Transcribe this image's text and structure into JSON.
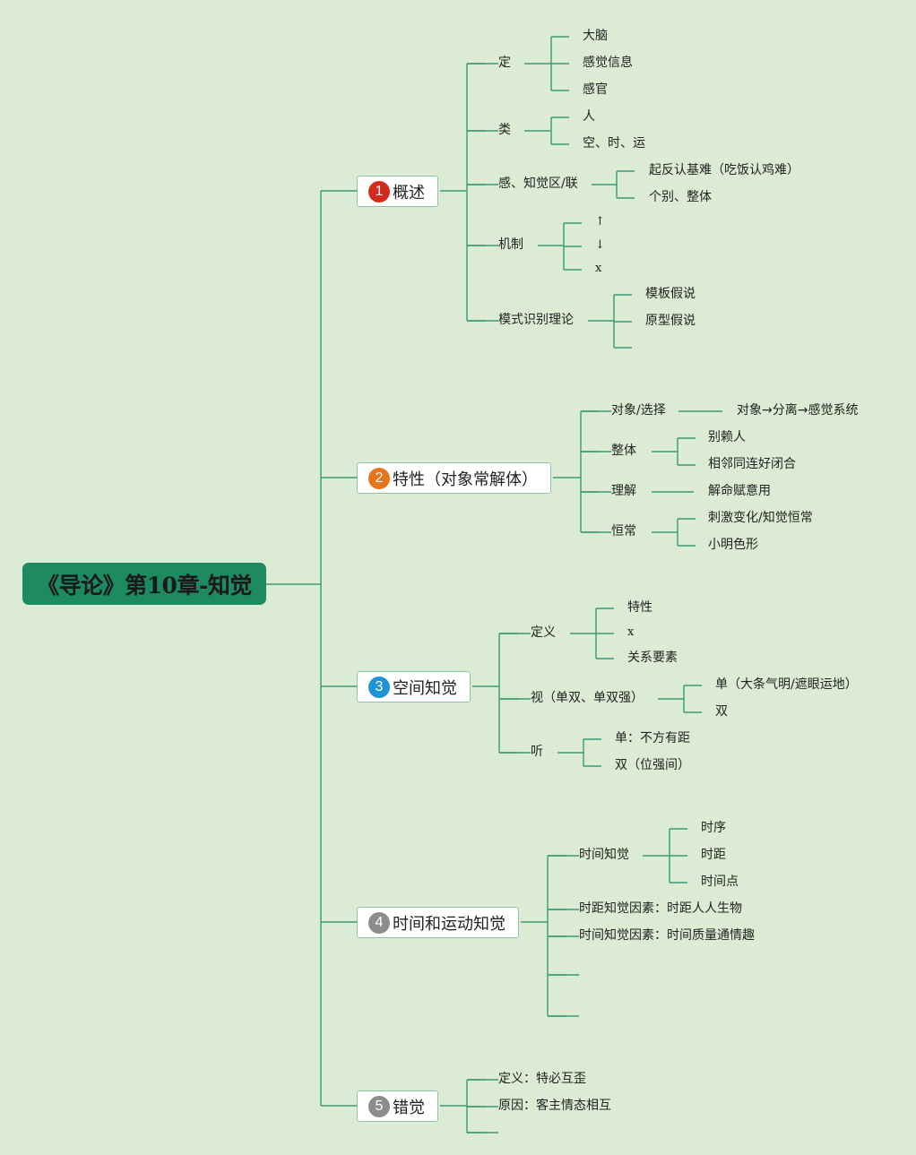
{
  "title": "《导论》第10章-知觉",
  "colors": {
    "background": "#dcebd3",
    "root": "#1e8a62",
    "line": "#3a9a78"
  },
  "branches": [
    {
      "num": "1",
      "label": "概述",
      "badge_color": "#d42a1c",
      "children": [
        {
          "label": "定",
          "children": [
            "大脑",
            "感觉信息",
            "感官"
          ]
        },
        {
          "label": "类",
          "children": [
            "人",
            "空、时、运"
          ]
        },
        {
          "label": "感、知觉区/联",
          "children": [
            "起反认基难（吃饭认鸡难）",
            "个别、整体"
          ]
        },
        {
          "label": "机制",
          "children": [
            "↑",
            "↓",
            "x"
          ]
        },
        {
          "label": "模式识别理论",
          "children": [
            "模板假说",
            "原型假说",
            ""
          ]
        }
      ]
    },
    {
      "num": "2",
      "label": "特性（对象常解体）",
      "badge_color": "#e8741c",
      "children": [
        {
          "label": "对象/选择",
          "children": [
            "对象→分离→感觉系统"
          ]
        },
        {
          "label": "整体",
          "children": [
            "别赖人",
            "相邻同连好闭合"
          ]
        },
        {
          "label": "理解",
          "children": [
            "解命赋意用"
          ]
        },
        {
          "label": "恒常",
          "children": [
            "刺激变化/知觉恒常",
            "小明色形"
          ]
        }
      ]
    },
    {
      "num": "3",
      "label": "空间知觉",
      "badge_color": "#1f93d6",
      "children": [
        {
          "label": "定义",
          "children": [
            "特性",
            "x",
            "关系要素"
          ]
        },
        {
          "label": "视（单双、单双强）",
          "children": [
            "单（大条气明/遮眼运地）",
            "双"
          ]
        },
        {
          "label": "听",
          "children": [
            "单：不方有距",
            "双（位强间）"
          ]
        }
      ]
    },
    {
      "num": "4",
      "label": "时间和运动知觉",
      "badge_color": "#8c8c8c",
      "children": [
        {
          "label": "时间知觉",
          "children": [
            "时序",
            "时距",
            "时间点"
          ]
        },
        {
          "label": "时距知觉因素：时距人人生物",
          "children": []
        },
        {
          "label": "时间知觉因素：时间质量通情趣",
          "children": []
        },
        {
          "label": "",
          "children": []
        },
        {
          "label": "",
          "children": []
        }
      ]
    },
    {
      "num": "5",
      "label": "错觉",
      "badge_color": "#8c8c8c",
      "children": [
        {
          "label": "定义：特必互歪",
          "children": []
        },
        {
          "label": "原因：客主情态相互",
          "children": []
        },
        {
          "label": "",
          "children": []
        }
      ]
    }
  ]
}
